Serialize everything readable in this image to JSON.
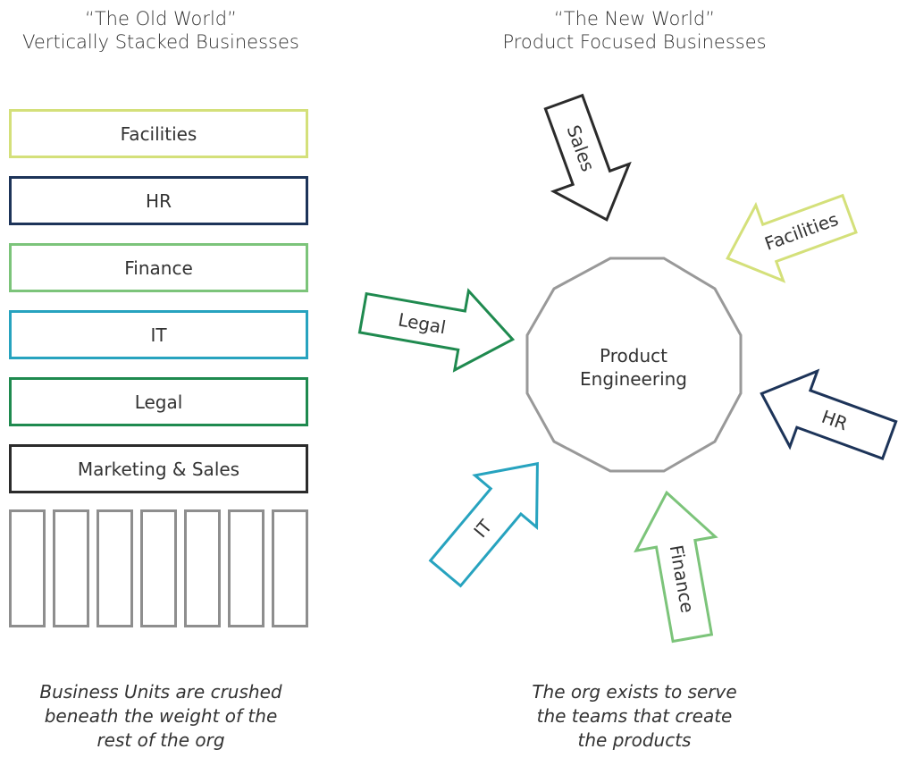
{
  "left": {
    "heading_line1": "“The Old World”",
    "heading_line2": "Vertically Stacked Businesses",
    "boxes": [
      {
        "label": "Facilities",
        "color": "#d4e07a"
      },
      {
        "label": "HR",
        "color": "#1d3459"
      },
      {
        "label": "Finance",
        "color": "#7cc47a"
      },
      {
        "label": "IT",
        "color": "#27a3bf"
      },
      {
        "label": "Legal",
        "color": "#1f8a4f"
      },
      {
        "label": "Marketing & Sales",
        "color": "#2b2b2b"
      }
    ],
    "business_unit_count": 7,
    "business_unit_color": "#8e8e8e",
    "caption_line1": "Business Units are crushed",
    "caption_line2": "beneath the weight of the",
    "caption_line3": "rest of the org"
  },
  "right": {
    "heading_line1": "“The New World”",
    "heading_line2": "Product Focused Businesses",
    "center_line1": "Product",
    "center_line2": "Engineering",
    "center_color": "#999999",
    "arrows": [
      {
        "label": "Sales",
        "color": "#2b2b2b"
      },
      {
        "label": "Facilities",
        "color": "#d4e07a"
      },
      {
        "label": "Legal",
        "color": "#1f8a4f"
      },
      {
        "label": "HR",
        "color": "#1d3459"
      },
      {
        "label": "IT",
        "color": "#27a3bf"
      },
      {
        "label": "Finance",
        "color": "#7cc47a"
      }
    ],
    "caption_line1": "The org exists to serve",
    "caption_line2": "the teams that create",
    "caption_line3": "the products"
  }
}
